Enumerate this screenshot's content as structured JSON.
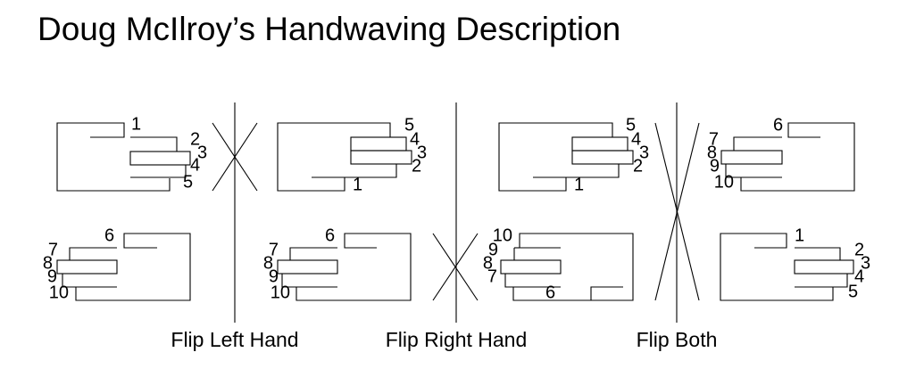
{
  "title": "Doug McIlroy’s Handwaving Description",
  "captions": {
    "flip_left": "Flip Left Hand",
    "flip_right": "Flip Right Hand",
    "flip_both": "Flip Both"
  },
  "hands": {
    "h1": [
      "1",
      "2",
      "3",
      "4",
      "5"
    ],
    "h2": [
      "5",
      "4",
      "3",
      "2",
      "1"
    ],
    "h3": [
      "5",
      "4",
      "3",
      "2",
      "1"
    ],
    "h4": [
      "6",
      "7",
      "8",
      "9",
      "10"
    ],
    "h5": [
      "6",
      "7",
      "8",
      "9",
      "10"
    ],
    "h6": [
      "6",
      "7",
      "8",
      "9",
      "10"
    ],
    "h7": [
      "10",
      "9",
      "8",
      "7",
      "6"
    ],
    "h8": [
      "1",
      "2",
      "3",
      "4",
      "5"
    ]
  }
}
